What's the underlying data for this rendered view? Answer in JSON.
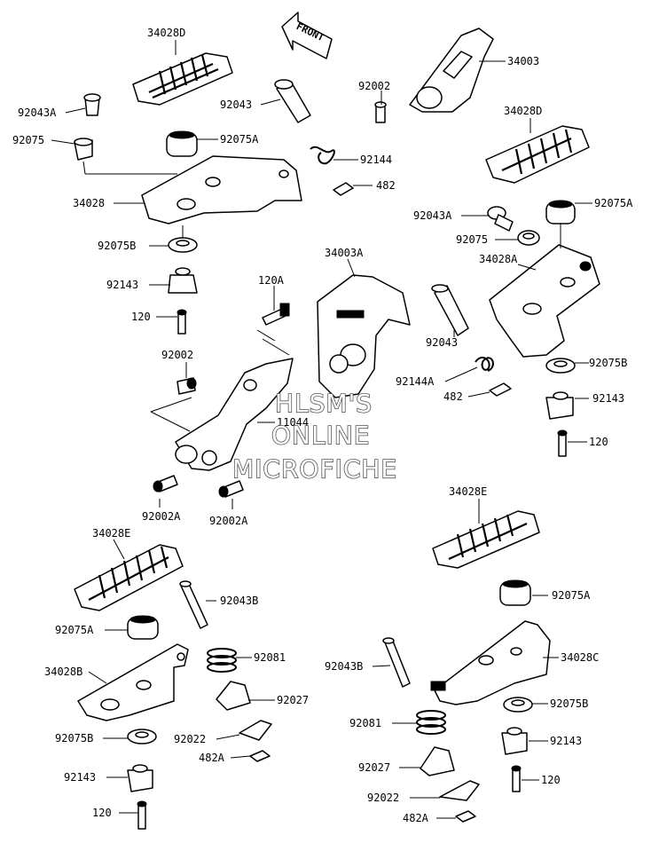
{
  "diagram": {
    "front_label": "FRONT",
    "watermark": [
      "HLSM'S",
      "ONLINE",
      "MICROFICHE"
    ],
    "labels": {
      "l34028D_top": "34028D",
      "l34003": "34003",
      "l92043A_left": "92043A",
      "l92043_top": "92043",
      "l92002_top": "92002",
      "l92075_left": "92075",
      "l92075A_left": "92075A",
      "l92144": "92144",
      "l34028D_right": "34028D",
      "l482_top": "482",
      "l34028": "34028",
      "l92043A_right": "92043A",
      "l92075A_right": "92075A",
      "l92075_right": "92075",
      "l92075B_left": "92075B",
      "l34003A": "34003A",
      "l34028A": "34028A",
      "l120A": "120A",
      "l92143_left": "92143",
      "l120_left": "120",
      "l92043_mid": "92043",
      "l92002_mid": "92002",
      "l92144A": "92144A",
      "l92075B_right": "92075B",
      "l482_mid": "482",
      "l11044": "11044",
      "l92143_right": "92143",
      "l120_right": "120",
      "l92002A_a": "92002A",
      "l92002A_b": "92002A",
      "l34028E_right": "34028E",
      "l34028E_left": "34028E",
      "l92075A_lr": "92075A",
      "l92043B_left": "92043B",
      "l92075A_ll": "92075A",
      "l92081_left": "92081",
      "l34028B": "34028B",
      "l92043B_right": "92043B",
      "l34028C": "34028C",
      "l92027_left": "92027",
      "l92075B_lr": "92075B",
      "l92081_right": "92081",
      "l92075B_ll": "92075B",
      "l92022_left": "92022",
      "l92143_lr": "92143",
      "l482A_left": "482A",
      "l92027_right": "92027",
      "l92143_ll": "92143",
      "l120_lr": "120",
      "l92022_right": "92022",
      "l120_ll": "120",
      "l482A_right": "482A"
    }
  }
}
